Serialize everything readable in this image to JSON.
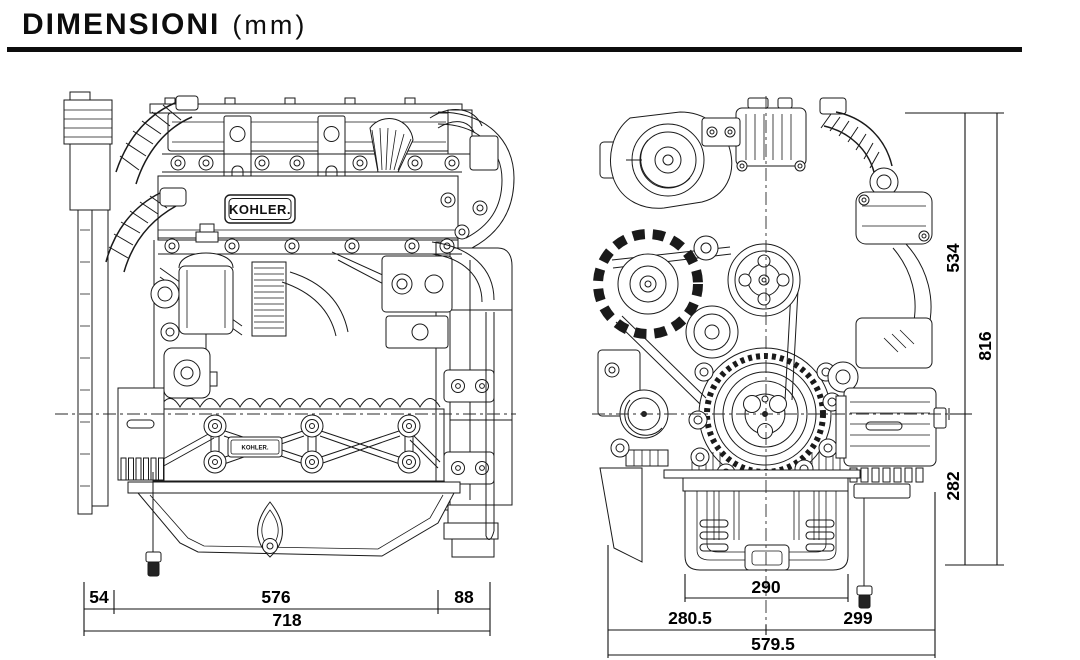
{
  "page": {
    "title": "DIMENSIONI",
    "unit": "(mm)"
  },
  "brand": {
    "logo": "KOHLER."
  },
  "colors": {
    "background": "#ffffff",
    "ink": "#1a1a1a",
    "text": "#000000"
  },
  "views": {
    "side": {
      "dims": {
        "front_overhang": "54",
        "block_length": "576",
        "rear_overhang": "88",
        "overall_length": "718"
      }
    },
    "front": {
      "dims": {
        "sump_width": "290",
        "left_of_centerline": "280.5",
        "right_of_centerline": "299",
        "overall_width": "579.5",
        "above_centerline": "534",
        "overall_height": "816",
        "below_centerline": "282"
      }
    }
  }
}
